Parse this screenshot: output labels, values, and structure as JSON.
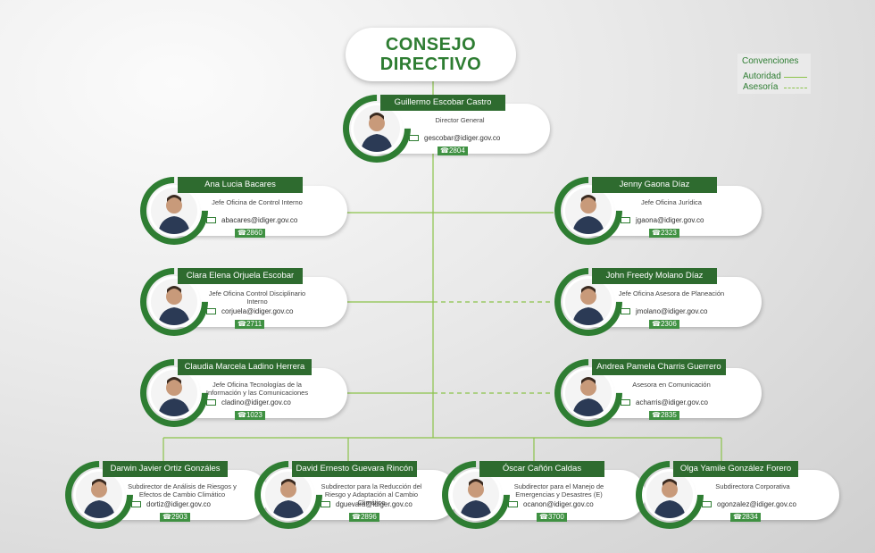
{
  "title": {
    "line1": "CONSEJO",
    "line2": "DIRECTIVO"
  },
  "legend": {
    "title": "Convenciones",
    "authority": "Autoridad",
    "advisory": "Asesoría"
  },
  "colors": {
    "green": "#2e7d32",
    "dark_green": "#2e6b2f",
    "line": "#8bc34a"
  },
  "people": [
    {
      "name": "Guillermo Escobar Castro",
      "role": "Director General",
      "email": "gescobar@idiger.gov.co",
      "ext": "☎2804"
    },
    {
      "name": "Ana Lucia Bacares",
      "role": "Jefe Oficina de Control Interno",
      "email": "abacares@idiger.gov.co",
      "ext": "☎2860"
    },
    {
      "name": "Jenny Gaona Díaz",
      "role": "Jefe Oficina Jurídica",
      "email": "jgaona@idiger.gov.co",
      "ext": "☎2323"
    },
    {
      "name": "Clara Elena Orjuela Escobar",
      "role": "Jefe Oficina Control Disciplinario Interno",
      "email": "corjuela@idiger.gov.co",
      "ext": "☎2711"
    },
    {
      "name": "John Freedy Molano Díaz",
      "role": "Jefe Oficina Asesora de Planeación",
      "email": "jmolano@idiger.gov.co",
      "ext": "☎2306"
    },
    {
      "name": "Claudia Marcela Ladino Herrera",
      "role": "Jefe Oficina Tecnologías de la Información y las Comunicaciones",
      "email": "cladino@idiger.gov.co",
      "ext": "☎1023"
    },
    {
      "name": "Andrea Pamela Charris Guerrero",
      "role": "Asesora en Comunicación",
      "email": "acharris@idiger.gov.co",
      "ext": "☎2835"
    },
    {
      "name": "Darwin Javier Ortiz Gonzáles",
      "role": "Subdirector de Análisis de Riesgos y Efectos de Cambio Climático",
      "email": "dortiz@idiger.gov.co",
      "ext": "☎2903"
    },
    {
      "name": "David Ernesto Guevara Rincón",
      "role": "Subdirector para la Reducción del Riesgo y Adaptación al Cambio Climático",
      "email": "dguevara@idiger.gov.co",
      "ext": "☎2896"
    },
    {
      "name": "Óscar Cañón Caldas",
      "role": "Subdirector para el Manejo de Emergencias y Desastres (E)",
      "email": "ocanon@idiger.gov.co",
      "ext": "☎3700"
    },
    {
      "name": "Olga Yamile González Forero",
      "role": "Subdirectora Corporativa",
      "email": "ogonzalez@idiger.gov.co",
      "ext": "☎2834"
    }
  ]
}
